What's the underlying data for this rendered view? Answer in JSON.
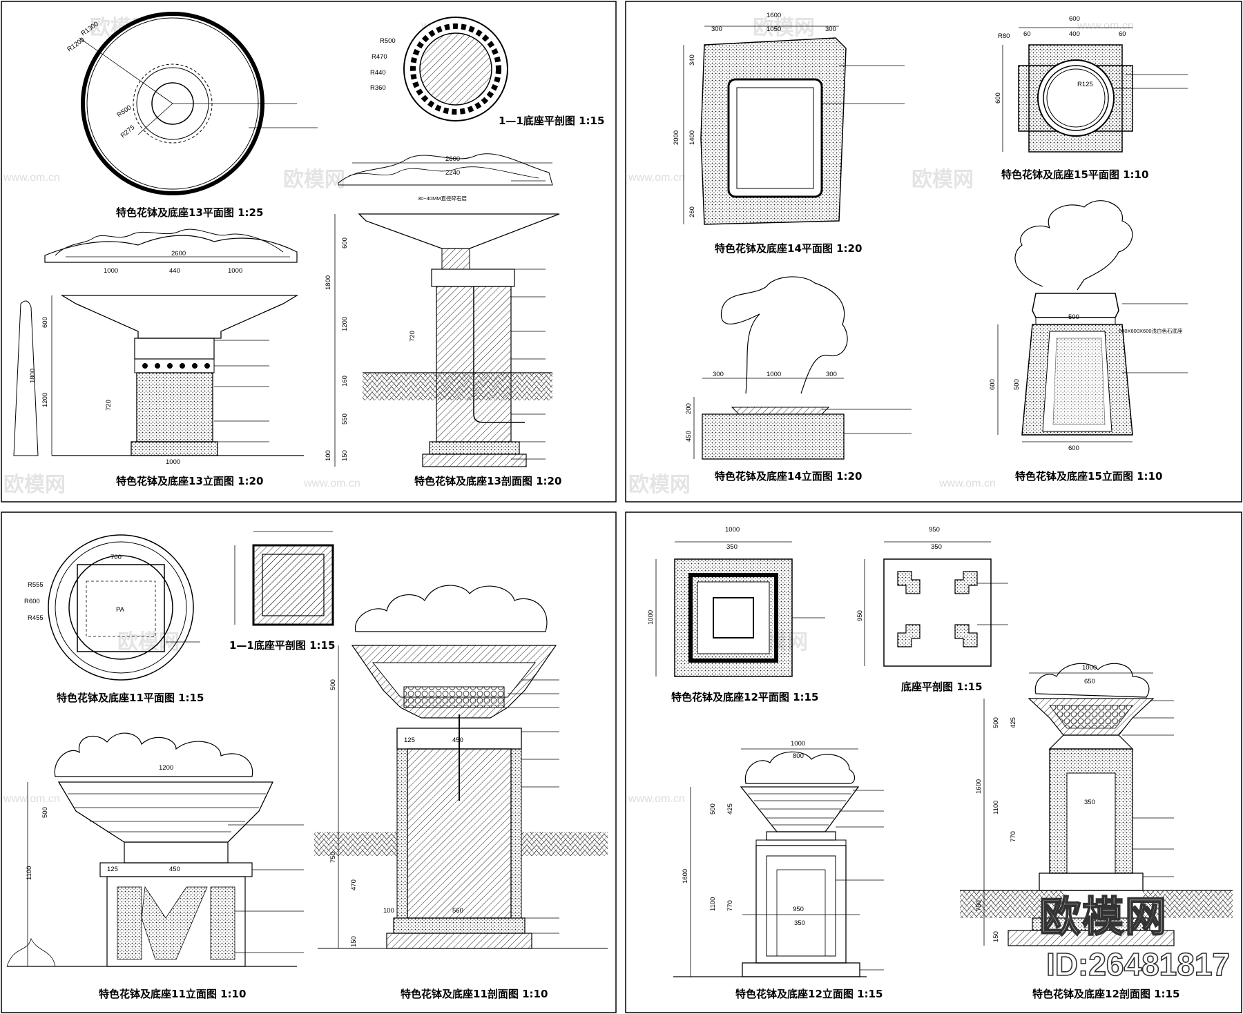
{
  "panels": {
    "p13": {
      "plan_title": "特色花钵及底座13平面图 1:25",
      "section_plan_title": "1—1底座平剖图 1:15",
      "elev_title": "特色花钵及底座13立面图 1:20",
      "section_title": "特色花钵及底座13剖面图 1:20",
      "plan_radii": [
        "R1300",
        "R1200",
        "R500",
        "R275"
      ],
      "section_plan_radii": [
        "R500",
        "R470",
        "R440",
        "R360"
      ],
      "elev_dims": [
        "2600",
        "1000",
        "440",
        "1000",
        "600",
        "1200",
        "1800",
        "720",
        "1000"
      ],
      "section_dims": [
        "2600",
        "2240",
        "30~40MM直径碎石层",
        "600",
        "1200",
        "1800",
        "720",
        "160",
        "550",
        "150",
        "100"
      ]
    },
    "p14": {
      "plan_title": "特色花钵及底座14平面图 1:20",
      "elev_title": "特色花钵及底座14立面图 1:20",
      "plan_dims": [
        "1600",
        "300",
        "1050",
        "300",
        "340",
        "1400",
        "260",
        "2000"
      ],
      "elev_dims": [
        "300",
        "1000",
        "300",
        "200",
        "450"
      ]
    },
    "p15": {
      "plan_title": "特色花钵及底座15平面图 1:10",
      "elev_title": "特色花钵及底座15立面图 1:10",
      "plan_dims": [
        "600",
        "60",
        "400",
        "60",
        "R80",
        "R125"
      ],
      "elev_dims": [
        "500",
        "600",
        "500",
        "600"
      ],
      "elev_note": "600X600X600浅白色石底座"
    },
    "p11": {
      "plan_title": "特色花钵及底座11平面图 1:15",
      "section_plan_title": "1—1底座平剖图 1:15",
      "elev_title": "特色花钵及底座11立面图 1:10",
      "section_title": "特色花钵及底座11剖面图 1:10",
      "plan_dims": [
        "700",
        "R555",
        "R600",
        "R455",
        "PA"
      ],
      "elev_dims": [
        "1200",
        "500",
        "1100",
        "450",
        "125"
      ],
      "section_dims": [
        "450",
        "125",
        "560",
        "100",
        "500",
        "750",
        "470",
        "150"
      ]
    },
    "p12": {
      "plan_title": "特色花钵及底座12平面图 1:15",
      "base_plan_title": "底座平剖图 1:15",
      "elev_title": "特色花钵及底座12立面图 1:15",
      "section_title": "特色花钵及底座12剖面图 1:15",
      "plan_dims": [
        "1000",
        "350",
        "1000"
      ],
      "base_dims": [
        "950",
        "350",
        "950"
      ],
      "elev_dims": [
        "1000",
        "800",
        "500",
        "425",
        "1600",
        "1100",
        "770",
        "950",
        "350"
      ],
      "section_dims": [
        "1000",
        "650",
        "500",
        "425",
        "1600",
        "1100",
        "770",
        "350",
        "750",
        "150"
      ]
    }
  },
  "watermark": {
    "brand": "欧模网",
    "url": "www.om.cn"
  },
  "badge": {
    "brand": "欧模网",
    "id": "ID:26481817"
  }
}
